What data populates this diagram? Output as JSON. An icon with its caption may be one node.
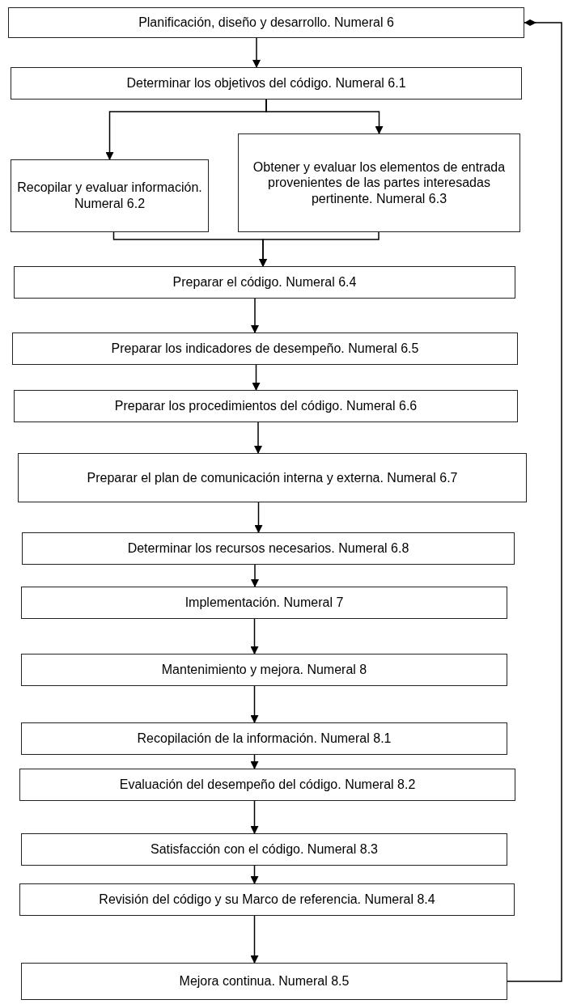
{
  "diagram": {
    "nodes": [
      {
        "text": [
          "Planificación, diseño y desarrollo. Numeral 6"
        ]
      },
      {
        "text": [
          "Determinar los objetivos del código. Numeral 6.1"
        ]
      },
      {
        "text": [
          "Recopilar y evaluar información. Numeral 6.2"
        ]
      },
      {
        "text": [
          "Obtener y evaluar los elementos de entrada provenientes de las partes interesadas pertinente. Numeral 6.3"
        ]
      },
      {
        "text": [
          "Preparar el código. Numeral 6.4"
        ]
      },
      {
        "text": [
          "Preparar los indicadores de desempeño. Numeral 6.5"
        ]
      },
      {
        "text": [
          "Preparar los procedimientos del código. Numeral 6.6"
        ]
      },
      {
        "text": [
          "Preparar el plan de comunicación interna y externa. Numeral 6.7"
        ]
      },
      {
        "text": [
          "Determinar los recursos necesarios. Numeral 6.8"
        ]
      },
      {
        "text": [
          "Implementación. Numeral 7"
        ]
      },
      {
        "text": [
          "Mantenimiento y mejora. Numeral 8"
        ]
      },
      {
        "text": [
          "Recopilación de la información. Numeral 8.1"
        ]
      },
      {
        "text": [
          "Evaluación del desempeño del código. Numeral 8.2"
        ]
      },
      {
        "text": [
          "Satisfacción con el código. Numeral 8.3"
        ]
      },
      {
        "text": [
          "Revisión del código y su Marco de referencia. Numeral 8.4"
        ]
      },
      {
        "text": [
          "Mejora continua. Numeral 8.5"
        ]
      }
    ],
    "edges": [
      {
        "from": 0,
        "to": 1,
        "arrow": "to"
      },
      {
        "from": 1,
        "to": 2,
        "arrow": "to"
      },
      {
        "from": 1,
        "to": 3,
        "arrow": "to"
      },
      {
        "from": 2,
        "to": 4,
        "arrow": "to"
      },
      {
        "from": 3,
        "to": 4,
        "arrow": "to"
      },
      {
        "from": 4,
        "to": 5,
        "arrow": "to"
      },
      {
        "from": 5,
        "to": 6,
        "arrow": "to"
      },
      {
        "from": 6,
        "to": 7,
        "arrow": "to"
      },
      {
        "from": 7,
        "to": 8,
        "arrow": "to"
      },
      {
        "from": 8,
        "to": 9,
        "arrow": "to"
      },
      {
        "from": 9,
        "to": 10,
        "arrow": "to"
      },
      {
        "from": 10,
        "to": 11,
        "arrow": "to"
      },
      {
        "from": 11,
        "to": 12,
        "arrow": "to"
      },
      {
        "from": 12,
        "to": 13,
        "arrow": "to"
      },
      {
        "from": 13,
        "to": 14,
        "arrow": "to"
      },
      {
        "from": 14,
        "to": 15,
        "arrow": "to"
      },
      {
        "from": 15,
        "to": 0,
        "arrow": "other"
      }
    ]
  }
}
